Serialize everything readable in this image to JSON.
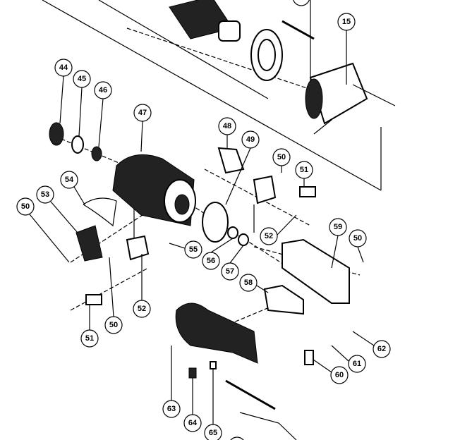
{
  "diagram": {
    "type": "exploded parts diagram",
    "callouts": [
      {
        "id": "c15",
        "label": "15"
      },
      {
        "id": "c44",
        "label": "44"
      },
      {
        "id": "c45",
        "label": "45"
      },
      {
        "id": "c46",
        "label": "46"
      },
      {
        "id": "c47",
        "label": "47"
      },
      {
        "id": "c48",
        "label": "48"
      },
      {
        "id": "c49",
        "label": "49"
      },
      {
        "id": "c50a",
        "label": "50"
      },
      {
        "id": "c51a",
        "label": "51"
      },
      {
        "id": "c54",
        "label": "54"
      },
      {
        "id": "c53",
        "label": "53"
      },
      {
        "id": "c50b",
        "label": "50"
      },
      {
        "id": "c52a",
        "label": "52"
      },
      {
        "id": "c59",
        "label": "59"
      },
      {
        "id": "c50c",
        "label": "50"
      },
      {
        "id": "c55",
        "label": "55"
      },
      {
        "id": "c56",
        "label": "56"
      },
      {
        "id": "c57",
        "label": "57"
      },
      {
        "id": "c58",
        "label": "58"
      },
      {
        "id": "c52b",
        "label": "52"
      },
      {
        "id": "c50d",
        "label": "50"
      },
      {
        "id": "c51b",
        "label": "51"
      },
      {
        "id": "c62",
        "label": "62"
      },
      {
        "id": "c61",
        "label": "61"
      },
      {
        "id": "c60",
        "label": "60"
      },
      {
        "id": "c63",
        "label": "63"
      },
      {
        "id": "c64",
        "label": "64"
      },
      {
        "id": "c65",
        "label": "65"
      }
    ]
  }
}
